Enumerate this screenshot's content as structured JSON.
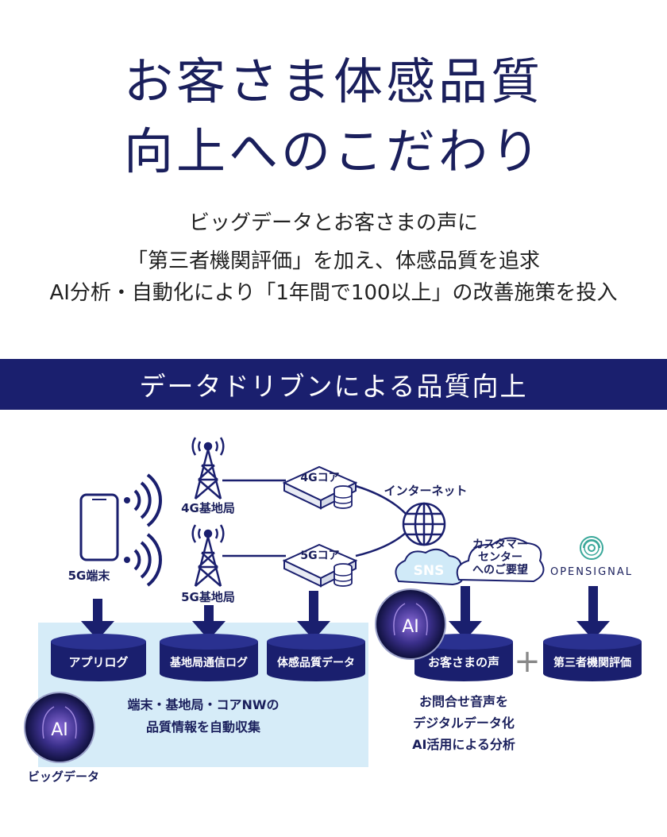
{
  "header": {
    "title_line1": "お客さま体感品質",
    "title_line2": "向上へのこだわり",
    "subtitle_line1": "ビッグデータとお客さまの声に",
    "subtitle_line2": "「第三者機関評価」を加え、体感品質を追求",
    "subtitle_line3": "AI分析・自動化により「1年間で100以上」の改善施策を投入"
  },
  "banner": {
    "label": "データドリブンによる品質向上"
  },
  "diagram": {
    "device_label": "5G端末",
    "base_station_4g": "4G基地局",
    "base_station_5g": "5G基地局",
    "core_4g": "4Gコア",
    "core_5g": "5Gコア",
    "internet": "インターネット",
    "sns": "SNS",
    "customer_center_line1": "カスタマー",
    "customer_center_line2": "センター",
    "customer_center_line3": "へのご要望",
    "opensignal": "OPENSIGNAL",
    "db_app_log": "アプリログ",
    "db_bs_log": "基地局通信ログ",
    "db_quality": "体感品質データ",
    "db_voice": "お客さまの声",
    "db_third_party": "第三者機関評価",
    "plus": "+",
    "ai": "AI",
    "collect_line1": "端末・基地局・コアNWの",
    "collect_line2": "品質情報を自動収集",
    "bigdata": "ビッグデータ",
    "voice_line1": "お問合せ音声を",
    "voice_line2": "デジタルデータ化",
    "voice_line3": "AI活用による分析"
  },
  "colors": {
    "navy": "#1a1f6e",
    "light_blue_panel": "#d6ecf8",
    "cloud": "#d0eaf8",
    "opensignal_teal": "#3aa89a"
  }
}
